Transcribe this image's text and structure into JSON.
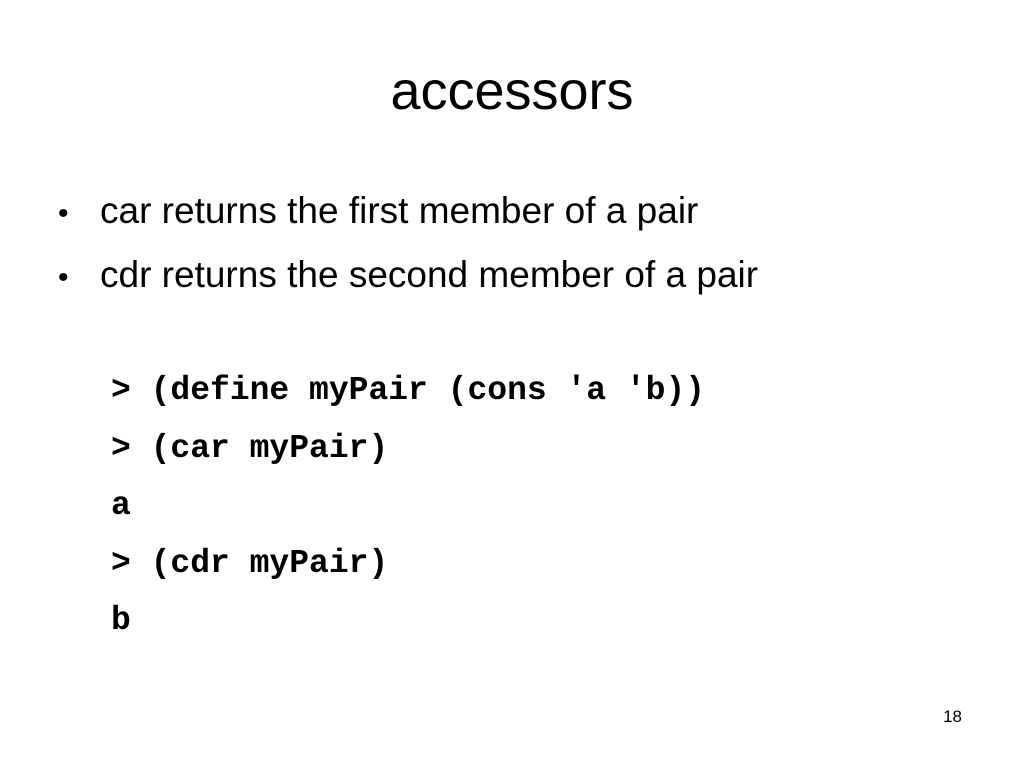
{
  "slide": {
    "title": "accessors",
    "bullets": [
      {
        "marker": "•",
        "text": "car returns the first member of a pair"
      },
      {
        "marker": "•",
        "text": "cdr returns the second member of a pair"
      }
    ],
    "code_lines": [
      "> (define myPair (cons 'a 'b))",
      "> (car myPair)",
      "a",
      "> (cdr myPair)",
      "b"
    ],
    "page_number": "18"
  }
}
